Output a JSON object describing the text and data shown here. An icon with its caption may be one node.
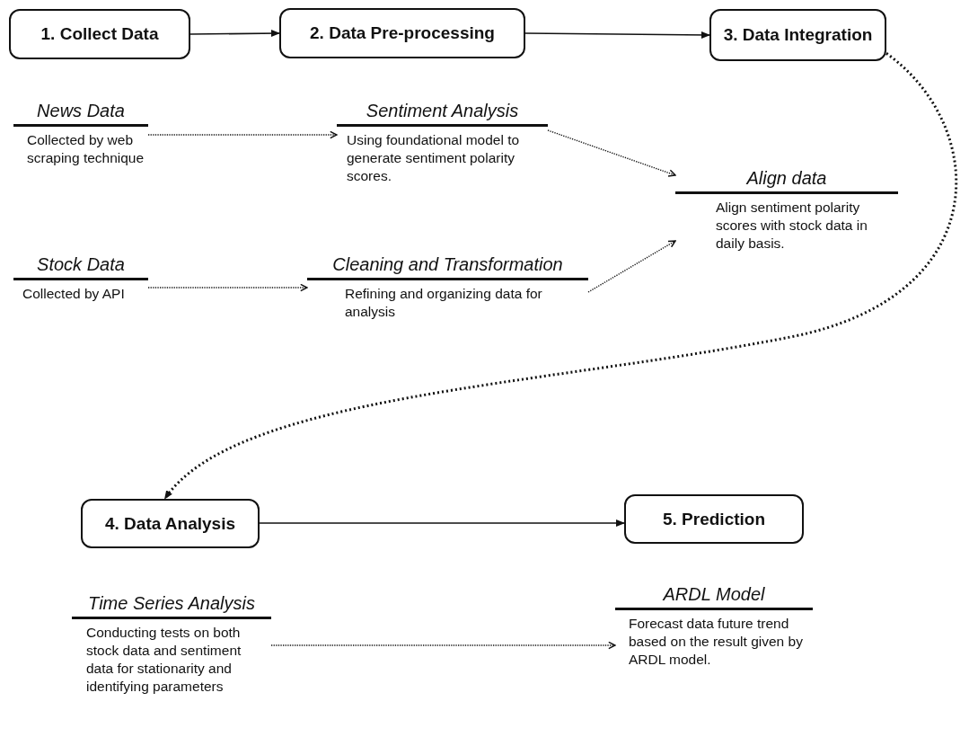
{
  "diagram": {
    "nodes": [
      {
        "text": [
          "1. Collect Data"
        ]
      },
      {
        "text": [
          "2. Data Pre-processing"
        ]
      },
      {
        "text": [
          "3. Data Integration"
        ]
      },
      {
        "text": [
          "News Data",
          "Collected by web scraping technique"
        ]
      },
      {
        "text": [
          "Sentiment Analysis",
          "Using foundational model to generate sentiment polarity scores."
        ]
      },
      {
        "text": [
          "Stock Data",
          "Collected by API"
        ]
      },
      {
        "text": [
          "Cleaning and Transformation",
          "Refining and organizing data for analysis"
        ]
      },
      {
        "text": [
          "Align data",
          "Align sentiment polarity scores with stock data in daily basis."
        ]
      },
      {
        "text": [
          "4. Data Analysis"
        ]
      },
      {
        "text": [
          "5. Prediction"
        ]
      },
      {
        "text": [
          "Time Series Analysis",
          "Conducting tests on both stock data and sentiment data for stationarity and identifying parameters"
        ]
      },
      {
        "text": [
          "ARDL Model",
          "Forecast data future trend based on the result given by ARDL model."
        ]
      }
    ],
    "edges": [
      {
        "from": 0,
        "to": 1,
        "arrow": "to"
      },
      {
        "from": 1,
        "to": 2,
        "arrow": "to"
      },
      {
        "from": 2,
        "to": 8,
        "arrow": "to",
        "style": "dashed"
      },
      {
        "from": 3,
        "to": 4,
        "arrow": "to",
        "style": "dashed"
      },
      {
        "from": 4,
        "to": 7,
        "arrow": "to",
        "style": "dashed"
      },
      {
        "from": 5,
        "to": 6,
        "arrow": "to",
        "style": "dashed"
      },
      {
        "from": 6,
        "to": 7,
        "arrow": "to",
        "style": "dashed"
      },
      {
        "from": 8,
        "to": 9,
        "arrow": "to"
      },
      {
        "from": 10,
        "to": 11,
        "arrow": "to",
        "style": "dashed"
      }
    ]
  }
}
